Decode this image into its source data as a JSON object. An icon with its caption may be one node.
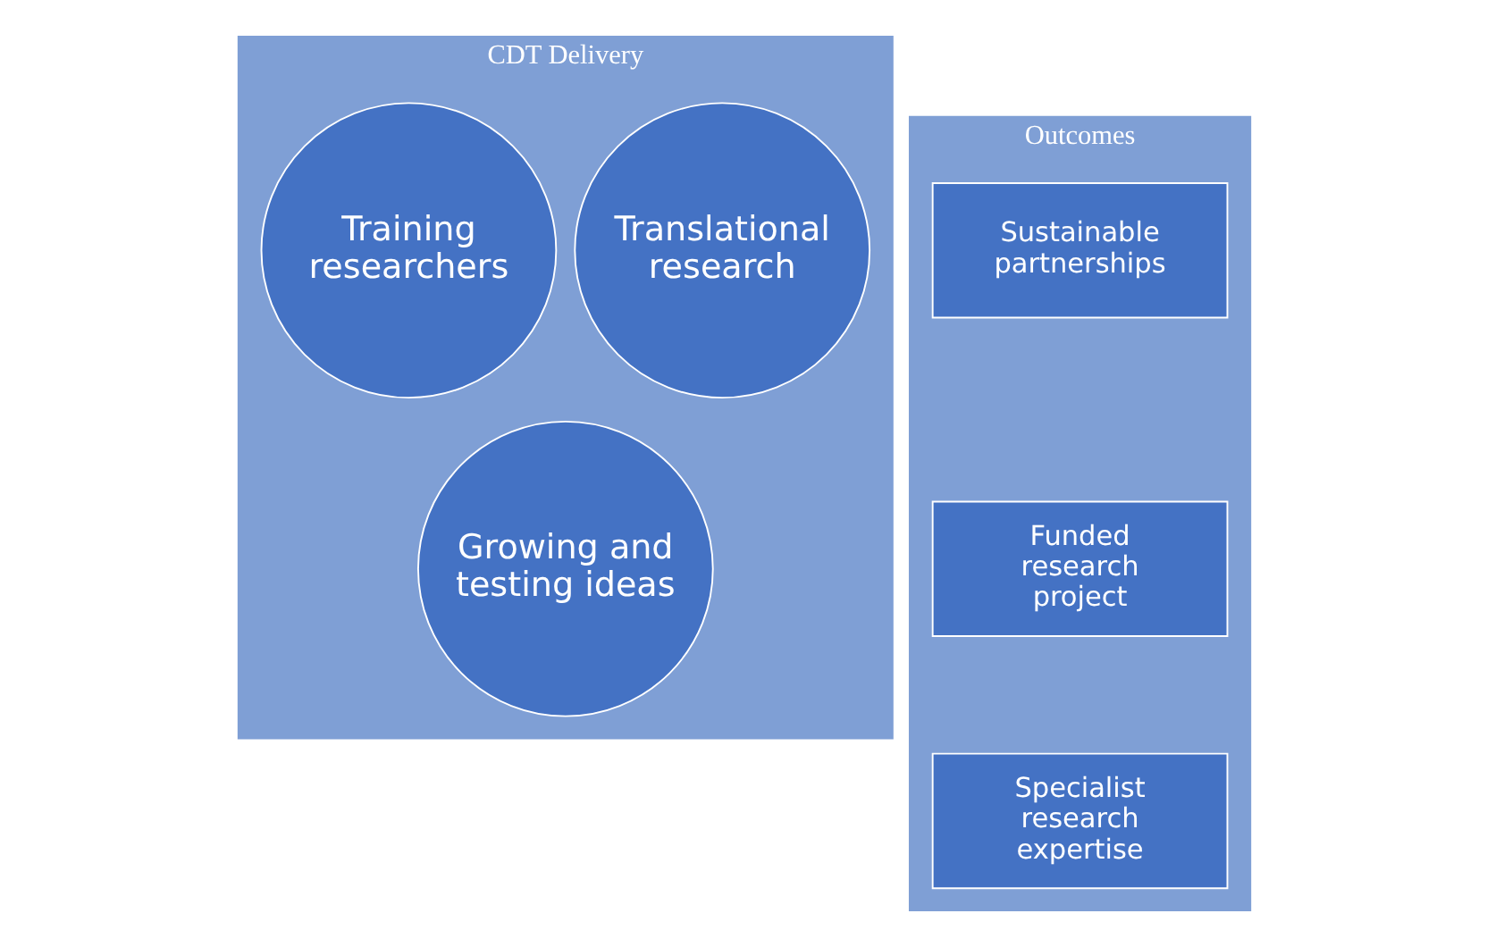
{
  "diagram": {
    "nodes": [
      {
        "text": [
          "CDT Delivery"
        ]
      },
      {
        "text": [
          "Translational research"
        ],
        "in": 0
      },
      {
        "text": [
          "Training researchers"
        ],
        "in": 0
      },
      {
        "text": [
          "Growing and testing ideas"
        ],
        "in": 0
      },
      {
        "text": [
          "Outcomes"
        ]
      },
      {
        "text": [
          "Sustainable partnerships"
        ],
        "in": 4
      },
      {
        "text": [
          "Funded research project"
        ],
        "in": 4
      },
      {
        "text": [
          "Specialist research expertise"
        ],
        "in": 4
      }
    ]
  }
}
